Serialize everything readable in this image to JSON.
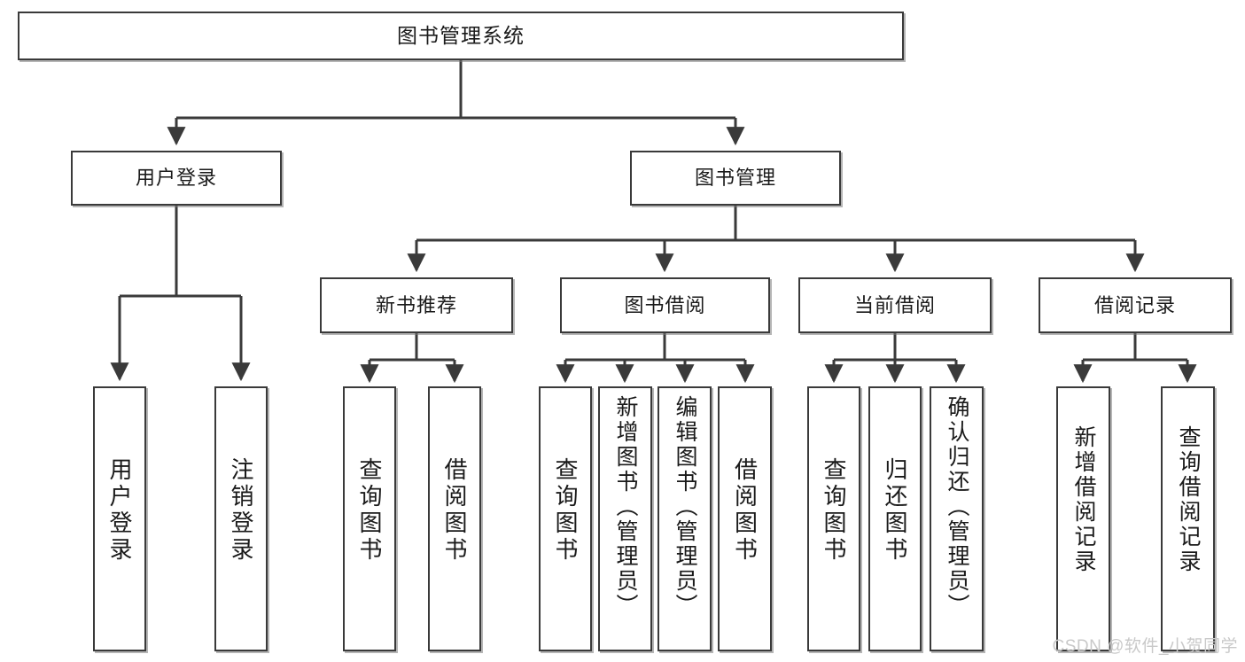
{
  "diagram": {
    "title": "图书管理系统",
    "type": "tree",
    "watermark": "CSDN @软件_小贺同学",
    "colors": {
      "stroke": "#3a3a3a",
      "fill": "#ffffff",
      "text": "#1a1a1a",
      "watermark": "#c9c9c9"
    },
    "nodes": {
      "root": {
        "label": "图书管理系统"
      },
      "level2": [
        {
          "id": "user-login",
          "label": "用户登录"
        },
        {
          "id": "book-manage",
          "label": "图书管理"
        }
      ],
      "level3": [
        {
          "id": "new-book-recommend",
          "label": "新书推荐"
        },
        {
          "id": "book-borrow",
          "label": "图书借阅"
        },
        {
          "id": "current-borrow",
          "label": "当前借阅"
        },
        {
          "id": "borrow-record",
          "label": "借阅记录"
        }
      ],
      "leaves": {
        "user-login": [
          {
            "id": "leaf-user-login",
            "label": "用户登录"
          },
          {
            "id": "leaf-user-logout",
            "label": "注销登录"
          }
        ],
        "new-book-recommend": [
          {
            "id": "leaf-query-book-1",
            "label": "查询图书"
          },
          {
            "id": "leaf-borrow-book-1",
            "label": "借阅图书"
          }
        ],
        "book-borrow": [
          {
            "id": "leaf-query-book-2",
            "label": "查询图书"
          },
          {
            "id": "leaf-add-book",
            "label": "新增图书（管理员）"
          },
          {
            "id": "leaf-edit-book",
            "label": "编辑图书（管理员）"
          },
          {
            "id": "leaf-borrow-book-2",
            "label": "借阅图书"
          }
        ],
        "current-borrow": [
          {
            "id": "leaf-query-book-3",
            "label": "查询图书"
          },
          {
            "id": "leaf-return-book",
            "label": "归还图书"
          },
          {
            "id": "leaf-confirm-return",
            "label": "确认归还（管理员）"
          }
        ],
        "borrow-record": [
          {
            "id": "leaf-add-record",
            "label": "新增借阅记录"
          },
          {
            "id": "leaf-query-record",
            "label": "查询借阅记录"
          }
        ]
      }
    }
  }
}
